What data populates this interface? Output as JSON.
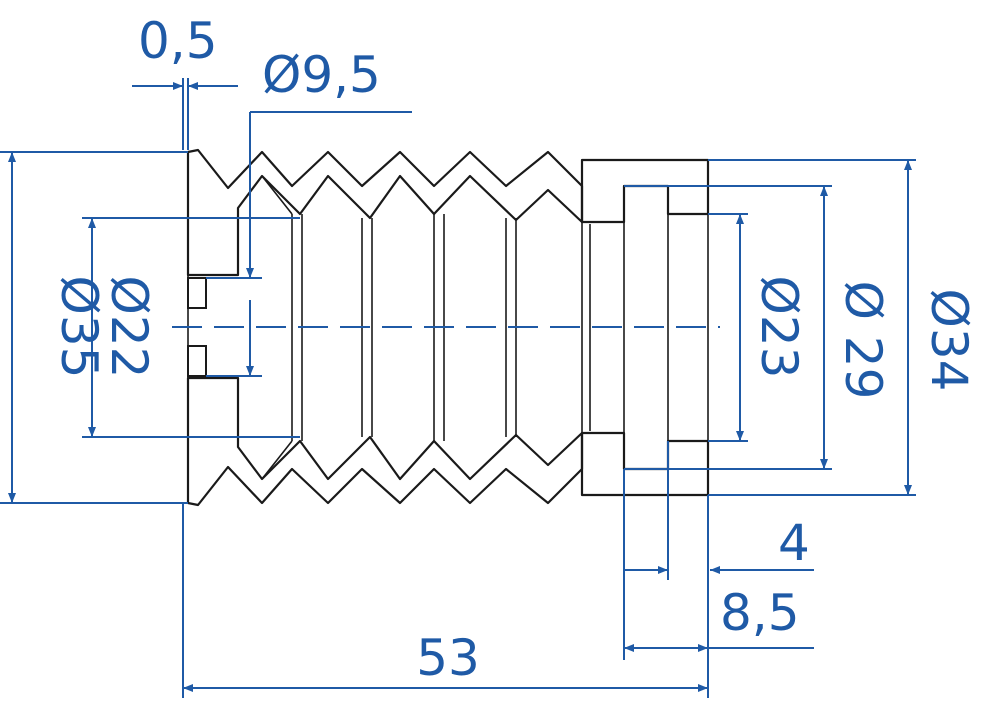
{
  "colors": {
    "dimension": "#1f5aa6",
    "part_outline": "#1a1a1a",
    "hatch": "#1a1a1a",
    "background": "#ffffff"
  },
  "dimensions": {
    "thickness": "0,5",
    "hole_diameter": "Ø9,5",
    "outer_diameter": "Ø35",
    "inner_diameter": "Ø22",
    "bore_23": "Ø23",
    "bore_29": "Ø 29",
    "collar_diameter": "Ø34",
    "step_4": "4",
    "step_8_5": "8,5",
    "overall_length": "53"
  }
}
